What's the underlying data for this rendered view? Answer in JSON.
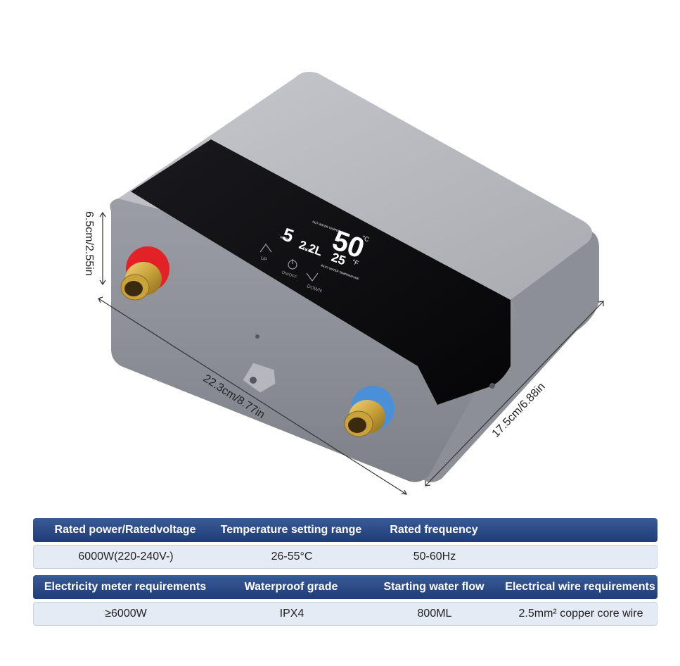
{
  "dimensions": {
    "height": "6.5cm/2.55in",
    "width": "22.3cm/8.77in",
    "depth": "17.5cm/6.88in"
  },
  "display": {
    "main_temp": "50",
    "unit_c": "°C",
    "flow_value": "2.2L",
    "inlet_temp": "25",
    "unit_f": "°F",
    "mode_digit": "5",
    "label_mode": "MODE",
    "label_flow": "FLOW",
    "label_outlet": "OUT WATER TEMPERATURE",
    "label_inlet": "INLET WATER TEMPERATURE",
    "btn_up": "UP",
    "btn_power": "ON/OFF",
    "btn_down": "DOWN"
  },
  "specs": {
    "table1": {
      "headers": [
        "Rated power/Ratedvoltage",
        "Temperature setting range",
        "Rated frequency",
        ""
      ],
      "values": [
        "6000W(220-240V-)",
        "26-55°C",
        "50-60Hz",
        ""
      ]
    },
    "table2": {
      "headers": [
        "Electricity meter requirements",
        "Waterproof grade",
        "Starting water flow",
        "Electrical wire requirements"
      ],
      "values": [
        "≥6000W",
        "IPX4",
        "800ML",
        "2.5mm² copper core wire"
      ]
    }
  },
  "colors": {
    "header_bg": "#2a4a88",
    "row_bg": "#e4ebf5",
    "body": "#a9abb2",
    "screen": "#0b0b0d",
    "hot": "#e32227",
    "cold": "#4a90d9",
    "brass": "#c9a23a"
  }
}
